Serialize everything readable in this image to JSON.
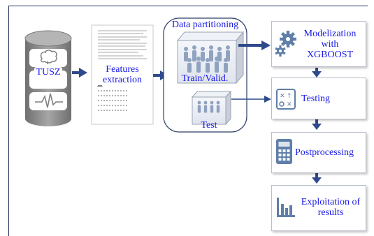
{
  "steps": {
    "tusz": "TUSZ",
    "features": "Features extraction",
    "partition_title": "Data partitioning",
    "train": "Train/Valid.",
    "test": "Test",
    "modelization": "Modelization with XGBOOST",
    "testing": "Testing",
    "postprocessing": "Postprocessing",
    "exploitation": "Exploitation of results"
  },
  "colors": {
    "arrow": "#2e4a8c",
    "label": "#1a1ae6",
    "database": "#8a8a8a",
    "icon": "#5f7fa8"
  },
  "icons": {
    "database": "database-icon",
    "brain": "brain-icon",
    "waveform": "waveform-icon",
    "gears": "gears-icon",
    "testing": "testing-icon",
    "calculator": "calculator-icon",
    "bar-chart": "bar-chart-icon"
  }
}
